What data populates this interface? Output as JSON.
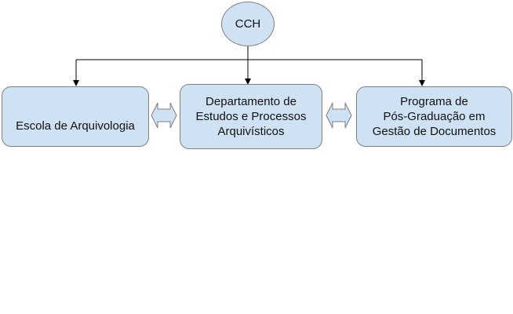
{
  "root": {
    "label": "CCH"
  },
  "children": [
    {
      "lines": [
        "Escola de Arquivologia"
      ]
    },
    {
      "lines": [
        "Departamento de",
        "Estudos e Processos",
        "Arquivísticos"
      ]
    },
    {
      "lines": [
        "Programa de",
        "Pós-Graduação em",
        "Gestão de Documentos"
      ]
    }
  ],
  "colors": {
    "fill": "#cfe2f3",
    "border": "#7f7f7f",
    "connector": "#000000"
  }
}
